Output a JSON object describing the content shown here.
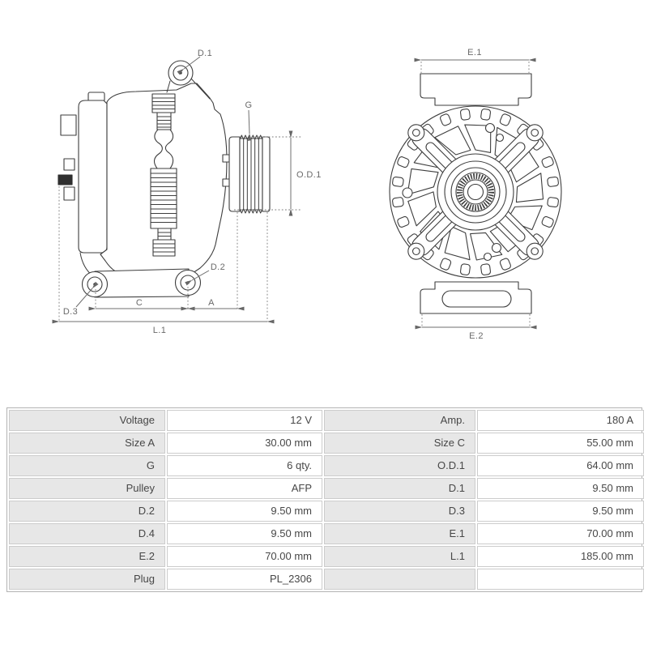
{
  "diagram": {
    "labels": {
      "d1": "D.1",
      "g": "G",
      "od1": "O.D.1",
      "d2": "D.2",
      "d3": "D.3",
      "c": "C",
      "a": "A",
      "l1": "L.1",
      "e1": "E.1",
      "e2": "E.2"
    },
    "line_color": "#3d3d3d",
    "dim_color": "#6a6a6a"
  },
  "table": {
    "rows": [
      [
        "Voltage",
        "12 V",
        "Amp.",
        "180 A"
      ],
      [
        "Size A",
        "30.00 mm",
        "Size C",
        "55.00 mm"
      ],
      [
        "G",
        "6 qty.",
        "O.D.1",
        "64.00 mm"
      ],
      [
        "Pulley",
        "AFP",
        "D.1",
        "9.50 mm"
      ],
      [
        "D.2",
        "9.50 mm",
        "D.3",
        "9.50 mm"
      ],
      [
        "D.4",
        "9.50 mm",
        "E.1",
        "70.00 mm"
      ],
      [
        "E.2",
        "70.00 mm",
        "L.1",
        "185.00 mm"
      ],
      [
        "Plug",
        "PL_2306",
        "",
        ""
      ]
    ]
  }
}
